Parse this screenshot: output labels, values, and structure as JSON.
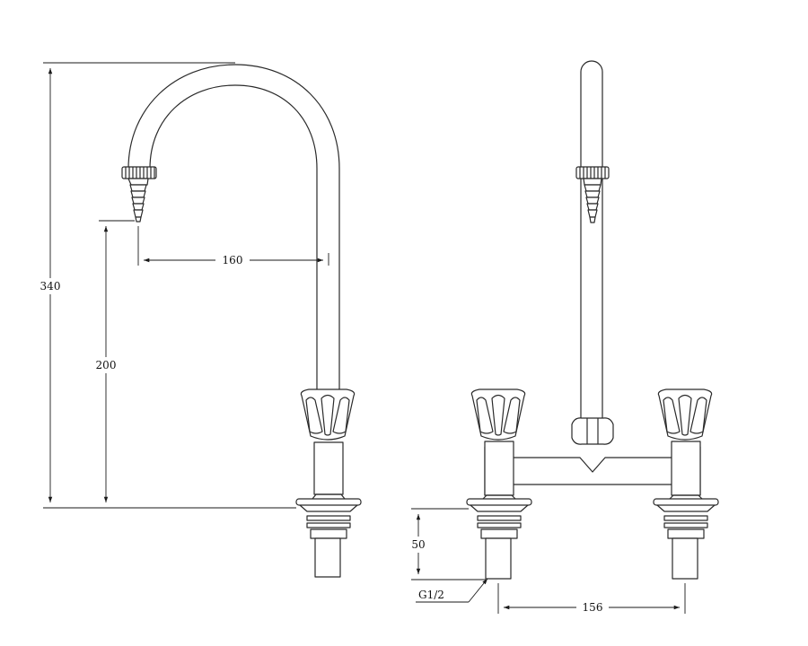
{
  "dimensions": {
    "total_height": "340",
    "spout_clearance": "200",
    "spout_reach": "160",
    "inlet_length": "50",
    "thread_size": "G1/2",
    "centres": "156"
  }
}
